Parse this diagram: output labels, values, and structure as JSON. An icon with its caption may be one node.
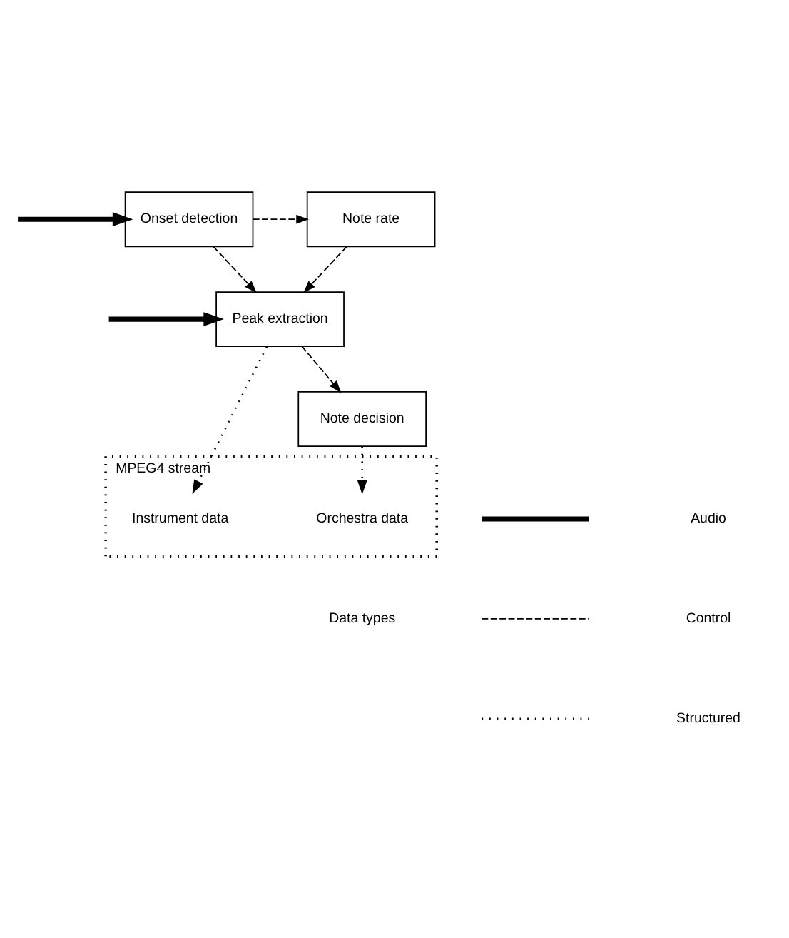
{
  "diagram": {
    "nodes": [
      {
        "text": [
          "Onset detection"
        ]
      },
      {
        "text": [
          "Note rate"
        ]
      },
      {
        "text": [
          "Peak extraction"
        ]
      },
      {
        "text": [
          "Note decision"
        ]
      },
      {
        "text": [
          "MPEG4 stream"
        ]
      },
      {
        "text": [
          "Instrument data"
        ],
        "in": 4
      },
      {
        "text": [
          "Orchestra data"
        ],
        "in": 4
      }
    ],
    "edges": [
      {
        "from": null,
        "to": 0,
        "arrow": "to",
        "style": "thick"
      },
      {
        "from": null,
        "to": 2,
        "arrow": "to",
        "style": "thick"
      },
      {
        "from": 0,
        "to": 1,
        "arrow": "to",
        "style": "dashed"
      },
      {
        "from": 0,
        "to": 2,
        "arrow": "to",
        "style": "dashed"
      },
      {
        "from": 1,
        "to": 2,
        "arrow": "to",
        "style": "dashed"
      },
      {
        "from": 2,
        "to": 3,
        "arrow": "to",
        "style": "dashed"
      },
      {
        "from": 2,
        "to": 5,
        "arrow": "to",
        "style": "dashed"
      },
      {
        "from": 3,
        "to": 6,
        "arrow": "to",
        "style": "dashed"
      }
    ],
    "labels": [
      "Data types"
    ],
    "legend": [
      {
        "text": "Audio"
      },
      {
        "text": "Control"
      },
      {
        "text": "Structured"
      }
    ]
  }
}
